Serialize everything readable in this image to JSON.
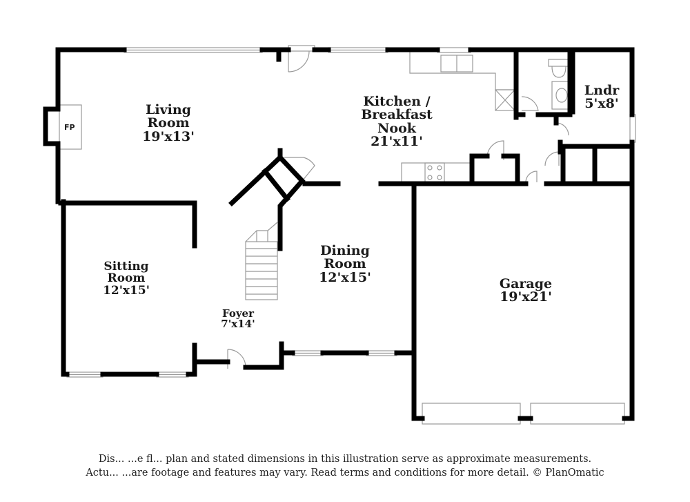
{
  "rooms": {
    "living": {
      "name1": "Living",
      "name2": "Room",
      "dims": "19'x13'"
    },
    "kitchen": {
      "name1": "Kitchen /",
      "name2": "Breakfast",
      "name3": "Nook",
      "dims": "21'x11'"
    },
    "laundry": {
      "name": "Lndr",
      "dims": "5'x8'"
    },
    "sitting": {
      "name1": "Sitting",
      "name2": "Room",
      "dims": "12'x15'"
    },
    "dining": {
      "name1": "Dining",
      "name2": "Room",
      "dims": "12'x15'"
    },
    "garage": {
      "name": "Garage",
      "dims": "19'x21'"
    },
    "foyer": {
      "name": "Foyer",
      "dims": "7'x14'"
    }
  },
  "fireplace": {
    "label": "FP"
  },
  "disclaimer": {
    "line1": "Dis... ...e fl... plan and stated dimensions in this illustration serve as approximate measurements.",
    "line2": "Actu... ...are footage and features may vary. Read terms and conditions for more detail. © PlanOmatic"
  },
  "colors": {
    "wall": "#000000",
    "fixture": "#999999",
    "background": "#ffffff"
  }
}
